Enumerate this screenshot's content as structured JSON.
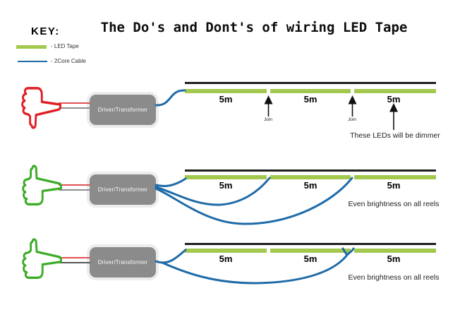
{
  "title": "The Do's and Dont's of wiring LED Tape",
  "key": {
    "heading": "KEY:",
    "led_tape_label": "- LED Tape",
    "cable_label": "- 2Core Cable"
  },
  "rows": [
    {
      "verdict": "dont",
      "driver_label": "Driver/Transformer",
      "segments": [
        "5m",
        "5m",
        "5m"
      ],
      "join_labels": [
        "Join",
        "Join"
      ],
      "note": "These LEDs will be dimmer"
    },
    {
      "verdict": "do",
      "driver_label": "Driver/Transformer",
      "segments": [
        "5m",
        "5m",
        "5m"
      ],
      "note": "Even brightness on all reels"
    },
    {
      "verdict": "do",
      "driver_label": "Driver/Transformer",
      "segments": [
        "5m",
        "5m",
        "5m"
      ],
      "note": "Even brightness on all reels"
    }
  ],
  "colors": {
    "led_tape": "#a3c84e",
    "cable": "#1e6ba8",
    "driver_box": "#8b8b8b",
    "thumbs_up": "#3bad27",
    "thumbs_down": "#e01f24",
    "reel_line": "#1f1f1f",
    "wire_red": "#e05252",
    "wire_gray": "#8e8e8e",
    "wire_dark": "#555555"
  }
}
